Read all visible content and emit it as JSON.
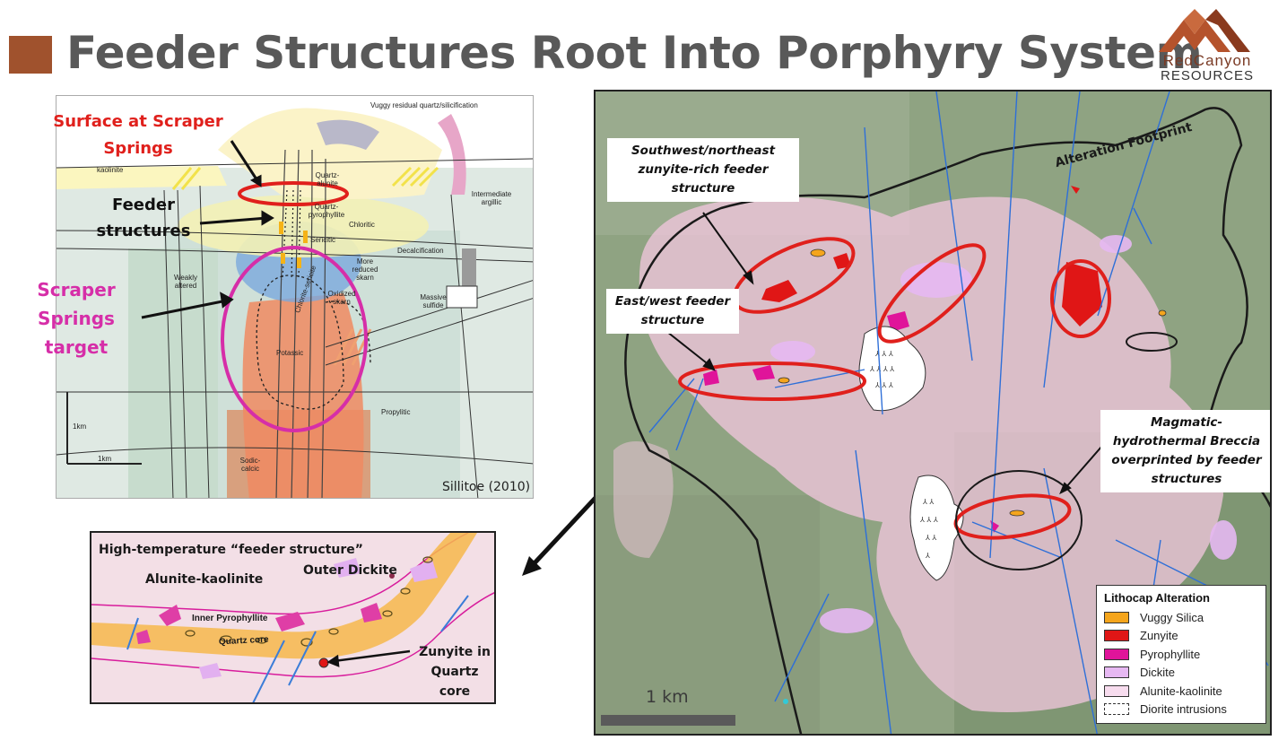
{
  "title": "Feeder Structures Root Into Porphyry System",
  "logo": {
    "name": "RedCanyon",
    "sub": "RESOURCES"
  },
  "diagram": {
    "labels": {
      "vuggy": "Vuggy residual quartz/silicification",
      "kaolinite": "kaolinite",
      "quartz_alunite": "Quartz-alunite",
      "quartz_pyrophyllite": "Quartz-pyrophyllite",
      "chloritic": "Chloritic",
      "sericitic": "Sericitic",
      "intermediate_argillic": "Intermediate argillic",
      "decalcification": "Decalcification",
      "weakly_altered": "Weakly altered",
      "more_reduced": "More reduced skarn",
      "oxidized_skarn": "Oxidized skarn",
      "chlorite_sericite": "Chlorite-sericite",
      "massive_sulfide": "Massive sulfide",
      "potassic": "Potassic",
      "propylitic": "Propylitic",
      "sodic_calcic": "Sodic-calcic",
      "scale_v": "1km",
      "scale_h": "1km"
    },
    "callouts": {
      "surface": "Surface at Scraper Springs",
      "feeder": "Feeder structures",
      "target": "Scraper Springs target"
    },
    "citation": "Sillitoe (2010)"
  },
  "inset": {
    "title": "High-temperature “feeder structure”",
    "alunite_kaolinite": "Alunite-kaolinite",
    "outer_dickite": "Outer Dickite",
    "inner_pyrophyllite": "Inner Pyrophyllite",
    "quartz_core": "Quartz core",
    "zunyite": "Zunyite in Quartz core"
  },
  "map": {
    "footprint": "Alteration Footprint",
    "callouts": {
      "sw_ne": "Southwest/northeast zunyite-rich feeder structure",
      "east_west": "East/west feeder structure",
      "breccia": "Magmatic-hydrothermal Breccia overprinted by feeder structures"
    },
    "scale": "1 km",
    "legend": {
      "title": "Lithocap Alteration",
      "items": [
        {
          "label": "Vuggy Silica",
          "color": "#f5a51c"
        },
        {
          "label": "Zunyite",
          "color": "#e01616"
        },
        {
          "label": "Pyrophyllite",
          "color": "#e0149a"
        },
        {
          "label": "Dickite",
          "color": "#e6b8f2"
        },
        {
          "label": "Alunite-kaolinite",
          "color": "#f7dcee"
        },
        {
          "label": "Diorite intrusions",
          "color": "#ffffff"
        }
      ]
    }
  },
  "colors": {
    "accent_square": "#a0522d",
    "title": "#595959",
    "red_ellipse": "#e0201c",
    "magenta": "#d62ea8"
  }
}
